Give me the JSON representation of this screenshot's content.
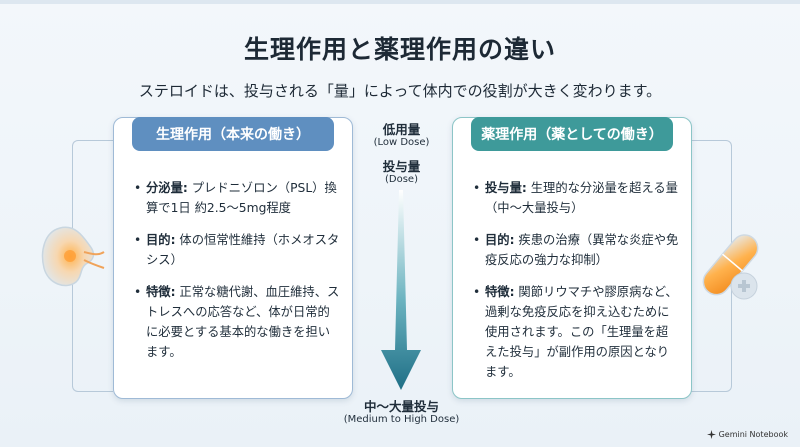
{
  "title": "生理作用と薬理作用の違い",
  "subtitle": "ステロイドは、投与される「量」によって体内での役割が大きく変わります。",
  "left_card": {
    "header": "生理作用（本来の働き）",
    "items": [
      {
        "label": "分泌量:",
        "text": " プレドニゾロン（PSL）換算で1日 約2.5〜5mg程度"
      },
      {
        "label": "目的:",
        "text": " 体の恒常性維持（ホメオスタシス）"
      },
      {
        "label": "特徴:",
        "text": " 正常な糖代謝、血圧維持、ストレスへの応答など、体が日常的に必要とする基本的な働きを担います。"
      }
    ]
  },
  "right_card": {
    "header": "薬理作用（薬としての働き）",
    "items": [
      {
        "label": "投与量:",
        "text": " 生理的な分泌量を超える量（中〜大量投与）"
      },
      {
        "label": "目的:",
        "text": " 疾患の治療（異常な炎症や免疫反応の強力な抑制）"
      },
      {
        "label": "特徴:",
        "text": " 関節リウマチや膠原病など、過剰な免疫反応を抑え込むために使用されます。この「生理量を超えた投与」が副作用の原因となります。"
      }
    ]
  },
  "center": {
    "low_label": "低用量",
    "low_sub": "(Low Dose)",
    "dose_label": "投与量",
    "dose_sub": "(Dose)",
    "high_label": "中〜大量投与",
    "high_sub": "(Medium to High Dose)"
  },
  "brand": "Gemini Notebook",
  "icons": [
    "kidney-icon",
    "pill-capsule-icon",
    "down-arrow-icon",
    "gemini-logo-icon"
  ],
  "colors": {
    "left_accent": "#5f8fc0",
    "right_accent": "#3e9a9a",
    "arrow": "#1f8a8f"
  }
}
